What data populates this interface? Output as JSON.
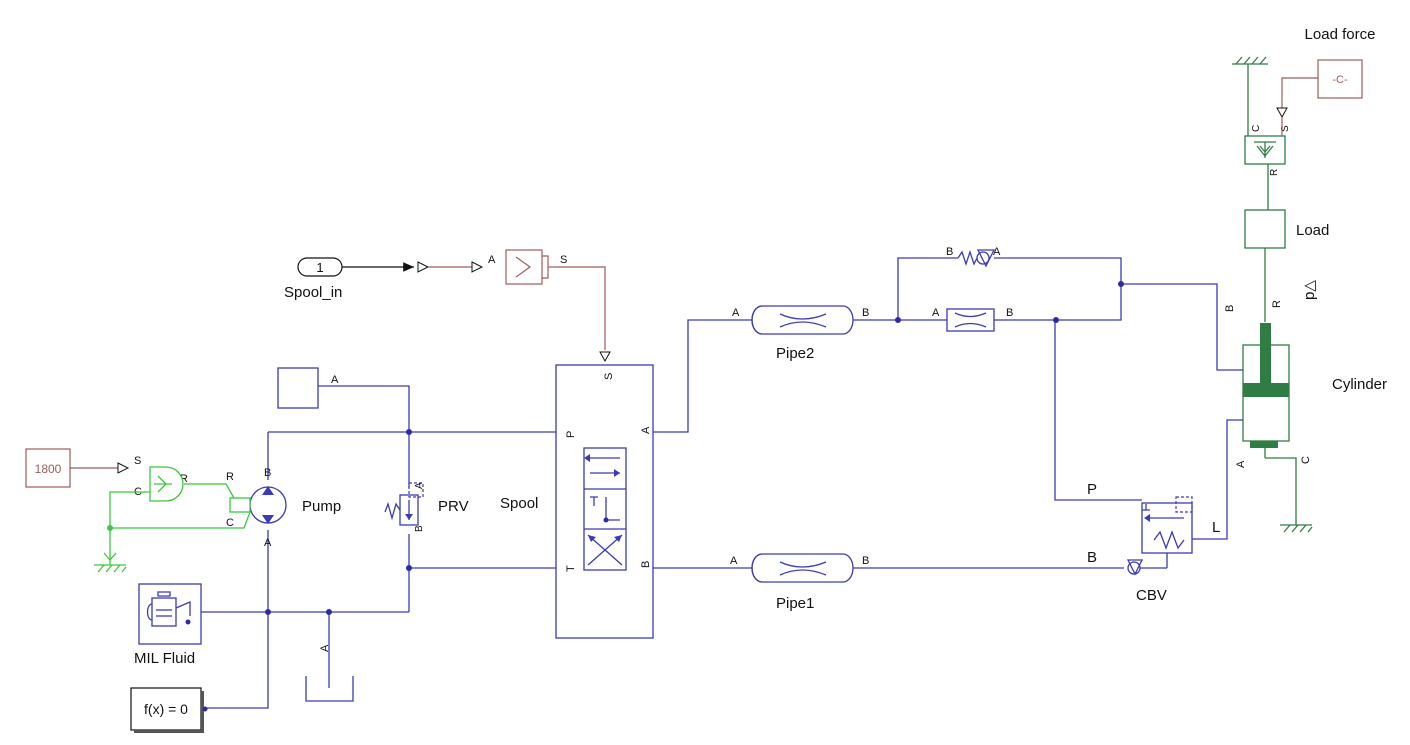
{
  "blocks": {
    "load_force": "Load force",
    "load_force_value": "-C-",
    "load": "Load",
    "cylinder": "Cylinder",
    "pressure_marker": "p△",
    "spool_in": "Spool_in",
    "spool_in_port": "1",
    "pipe2": "Pipe2",
    "pipe1": "Pipe1",
    "pump": "Pump",
    "prv": "PRV",
    "spool": "Spool",
    "cbv": "CBV",
    "mil_fluid": "MIL Fluid",
    "solver": "f(x) = 0",
    "speed_const": "1800"
  },
  "ports": {
    "A": "A",
    "B": "B",
    "C": "C",
    "R": "R",
    "S": "S",
    "P": "P",
    "T": "T",
    "L": "L"
  },
  "colors": {
    "hydraulic": "#3b3bb8",
    "mechanical": "#2f7d45",
    "signal": "#a05b5b",
    "rotational": "#3cc83c"
  }
}
